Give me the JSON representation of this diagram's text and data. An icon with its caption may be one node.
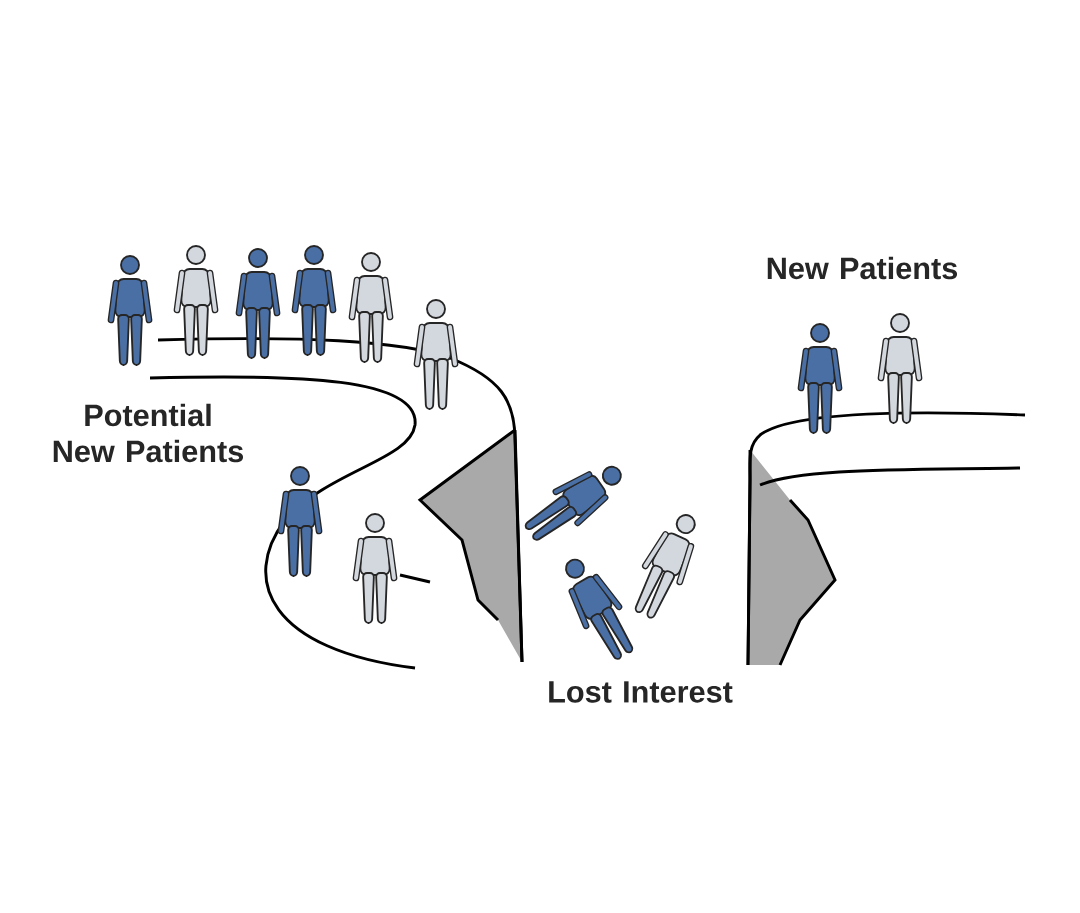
{
  "diagram": {
    "labels": [
      "Potential New Patients",
      "New Patients",
      "Lost Interest"
    ]
  }
}
